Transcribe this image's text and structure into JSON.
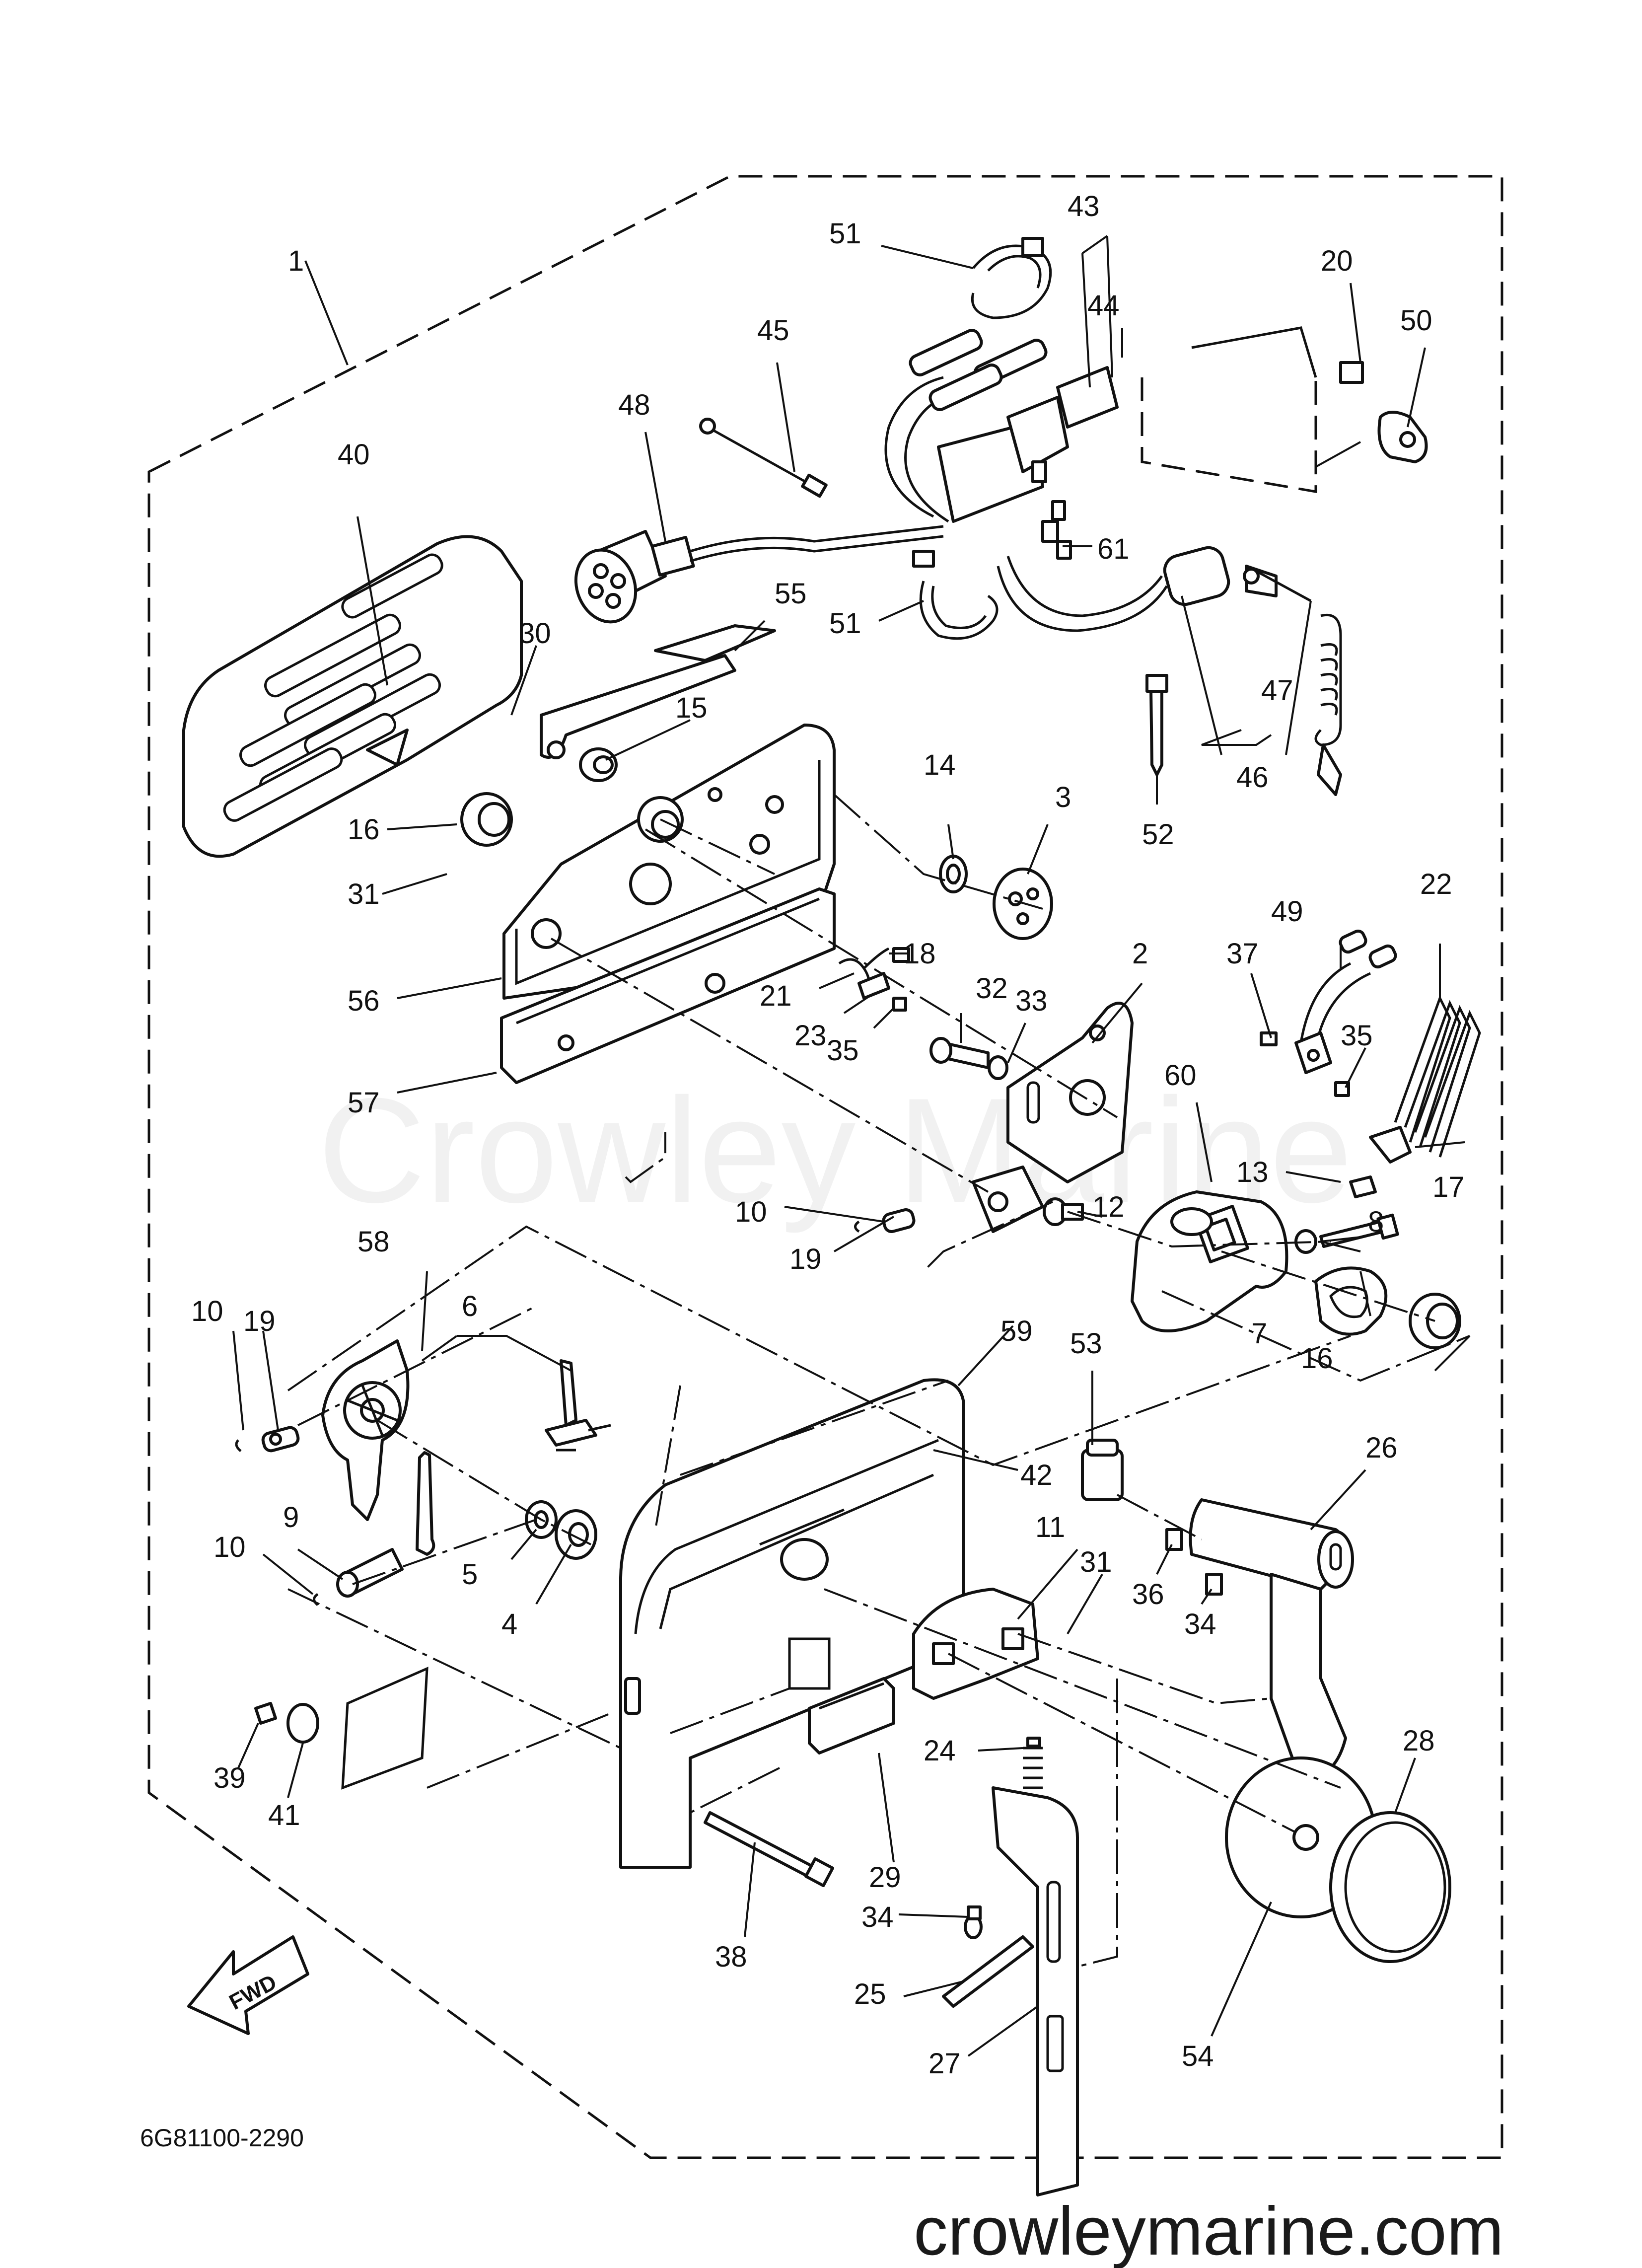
{
  "diagram": {
    "drawing_code": "6G81100-2290",
    "fwd_label": "FWD",
    "watermark_center": "Crowley Marine",
    "site": "crowleymarine.com",
    "callouts": [
      "1",
      "2",
      "3",
      "4",
      "5",
      "6",
      "7",
      "8",
      "9",
      "10",
      "10",
      "10",
      "11",
      "12",
      "13",
      "14",
      "15",
      "16",
      "16",
      "17",
      "18",
      "19",
      "19",
      "20",
      "21",
      "22",
      "23",
      "24",
      "25",
      "26",
      "27",
      "28",
      "29",
      "30",
      "31",
      "31",
      "32",
      "33",
      "34",
      "34",
      "35",
      "35",
      "36",
      "37",
      "38",
      "39",
      "40",
      "41",
      "42",
      "43",
      "44",
      "45",
      "46",
      "47",
      "48",
      "49",
      "50",
      "51",
      "51",
      "52",
      "53",
      "54",
      "55",
      "56",
      "57",
      "58",
      "59",
      "60",
      "61"
    ]
  }
}
